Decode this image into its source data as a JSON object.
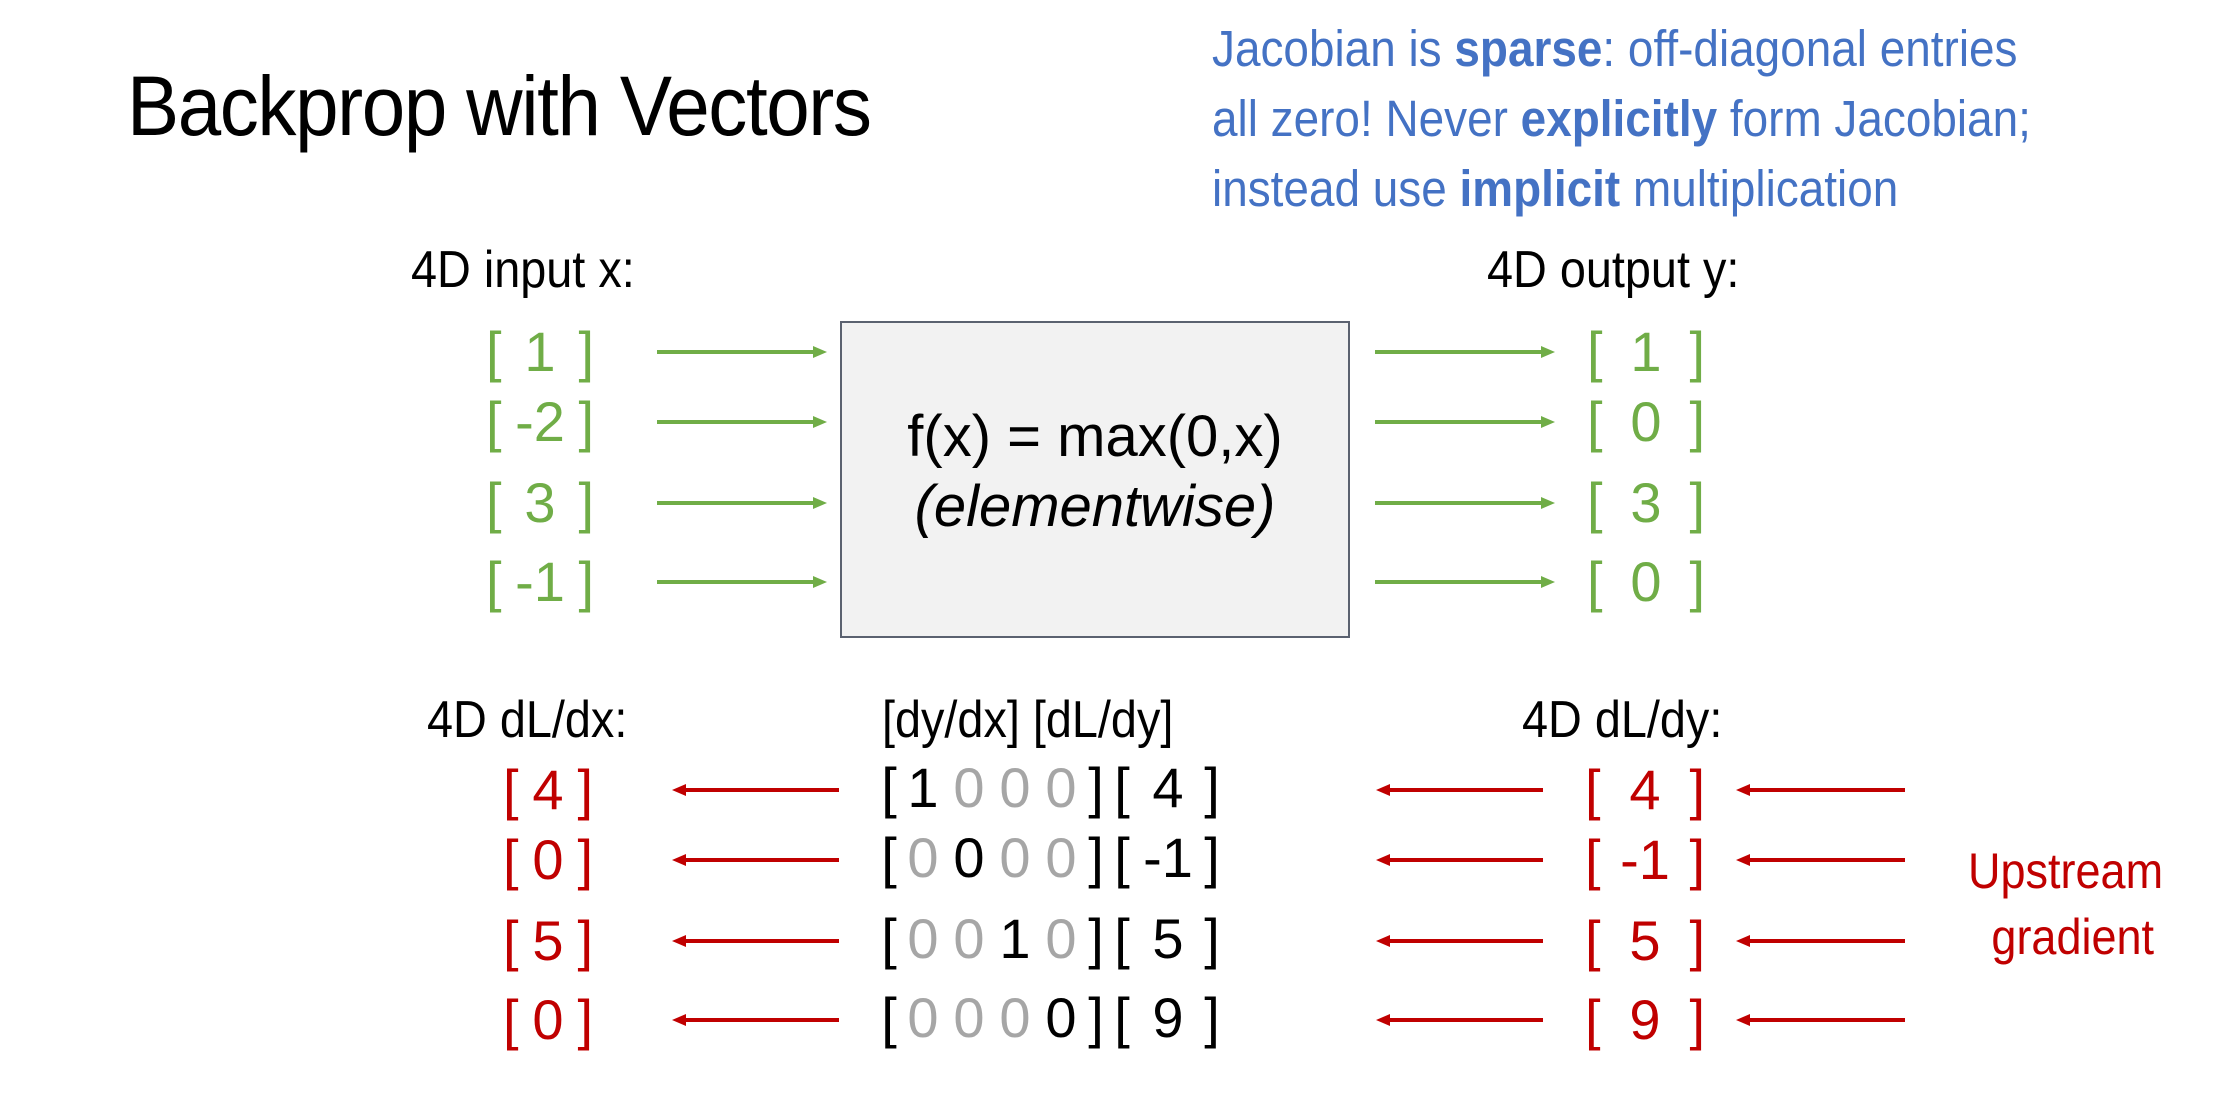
{
  "slide": {
    "title": "Backprop with Vectors",
    "note": {
      "lines": [
        [
          {
            "text": "Jacobian is ",
            "bold": false
          },
          {
            "text": "sparse",
            "bold": true
          },
          {
            "text": ": off-diagonal entries",
            "bold": false
          }
        ],
        [
          {
            "text": "all zero! Never ",
            "bold": false
          },
          {
            "text": "explicitly",
            "bold": true
          },
          {
            "text": " form Jacobian;",
            "bold": false
          }
        ],
        [
          {
            "text": "instead use ",
            "bold": false
          },
          {
            "text": "implicit",
            "bold": true
          },
          {
            "text": " multiplication",
            "bold": false
          }
        ]
      ]
    },
    "colors": {
      "forward": "#70AD47",
      "backward": "#C00000",
      "note": "#4472C4",
      "zero_entry": "#A6A6A6",
      "box_fill": "#F2F2F2",
      "box_border": "#5B6270"
    }
  },
  "forward": {
    "input_label": "4D input x:",
    "input": [
      "1",
      "-2",
      "3",
      "-1"
    ],
    "function_line1": "f(x) = max(0,x)",
    "function_line2": "(elementwise)",
    "output_label": "4D output y:",
    "output": [
      "1",
      "0",
      "3",
      "0"
    ]
  },
  "backward": {
    "dx_label": "4D dL/dx:",
    "dx": [
      "4",
      "0",
      "5",
      "0"
    ],
    "product_label": "[dy/dx] [dL/dy]",
    "jacobian": [
      [
        "1",
        "0",
        "0",
        "0"
      ],
      [
        "0",
        "0",
        "0",
        "0"
      ],
      [
        "0",
        "0",
        "1",
        "0"
      ],
      [
        "0",
        "0",
        "0",
        "0"
      ]
    ],
    "jacobian_diagonal_highlight": true,
    "dy_in_product": [
      "4",
      "-1",
      "5",
      "9"
    ],
    "dy_label": "4D dL/dy:",
    "dy": [
      "4",
      "-1",
      "5",
      "9"
    ],
    "upstream_label_line1": "Upstream",
    "upstream_label_line2": "gradient"
  }
}
